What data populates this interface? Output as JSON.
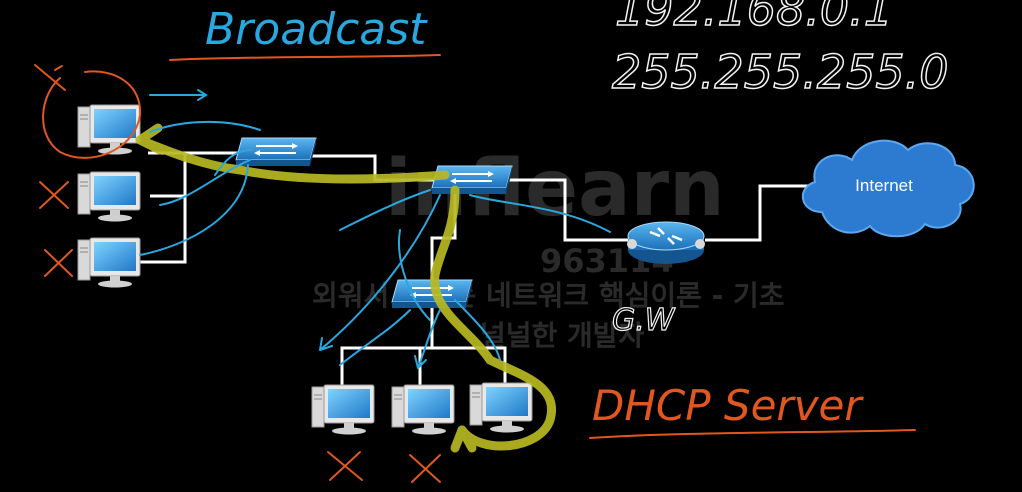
{
  "annotations": {
    "broadcast": "Broadcast",
    "ip_address": "192.168.0.1",
    "subnet_mask": "255.255.255.0",
    "gateway": "G.W",
    "dhcp_server": "DHCP Server"
  },
  "internet_label": "Internet",
  "watermark": {
    "logo": "inflearn",
    "id": "963114",
    "line1": "외워서 끝내는 네트워크 핵심이론 - 기초",
    "line2": "널널한 개발자"
  },
  "colors": {
    "background": "#000000",
    "cable": "#ffffff",
    "pen_blue": "#29a8e0",
    "pen_orange": "#e0571f",
    "pen_yellow": "#b8b822",
    "device": "#2f8fd6",
    "cloud": "#2d7ad1",
    "annotation_white": "#f2f2f2"
  },
  "icons": [
    "pc-icon",
    "switch-icon",
    "router-icon",
    "cloud-icon"
  ]
}
